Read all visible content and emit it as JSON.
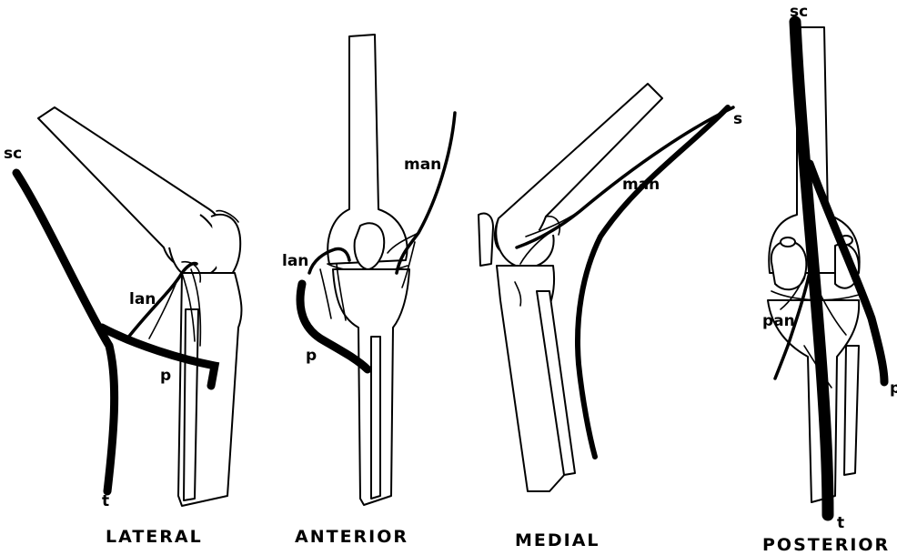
{
  "views": [
    {
      "caption": "LATERAL",
      "labels": {
        "sc": "sc",
        "t": "t",
        "lan": "lan",
        "p": "p"
      }
    },
    {
      "caption": "ANTERIOR",
      "labels": {
        "man": "man",
        "lan": "lan",
        "p": "p"
      }
    },
    {
      "caption": "MEDIAL",
      "labels": {
        "s": "s",
        "man": "man"
      }
    },
    {
      "caption": "POSTERIOR",
      "labels": {
        "sc": "sc",
        "t": "t",
        "pan": "pan",
        "p": "p"
      }
    }
  ]
}
